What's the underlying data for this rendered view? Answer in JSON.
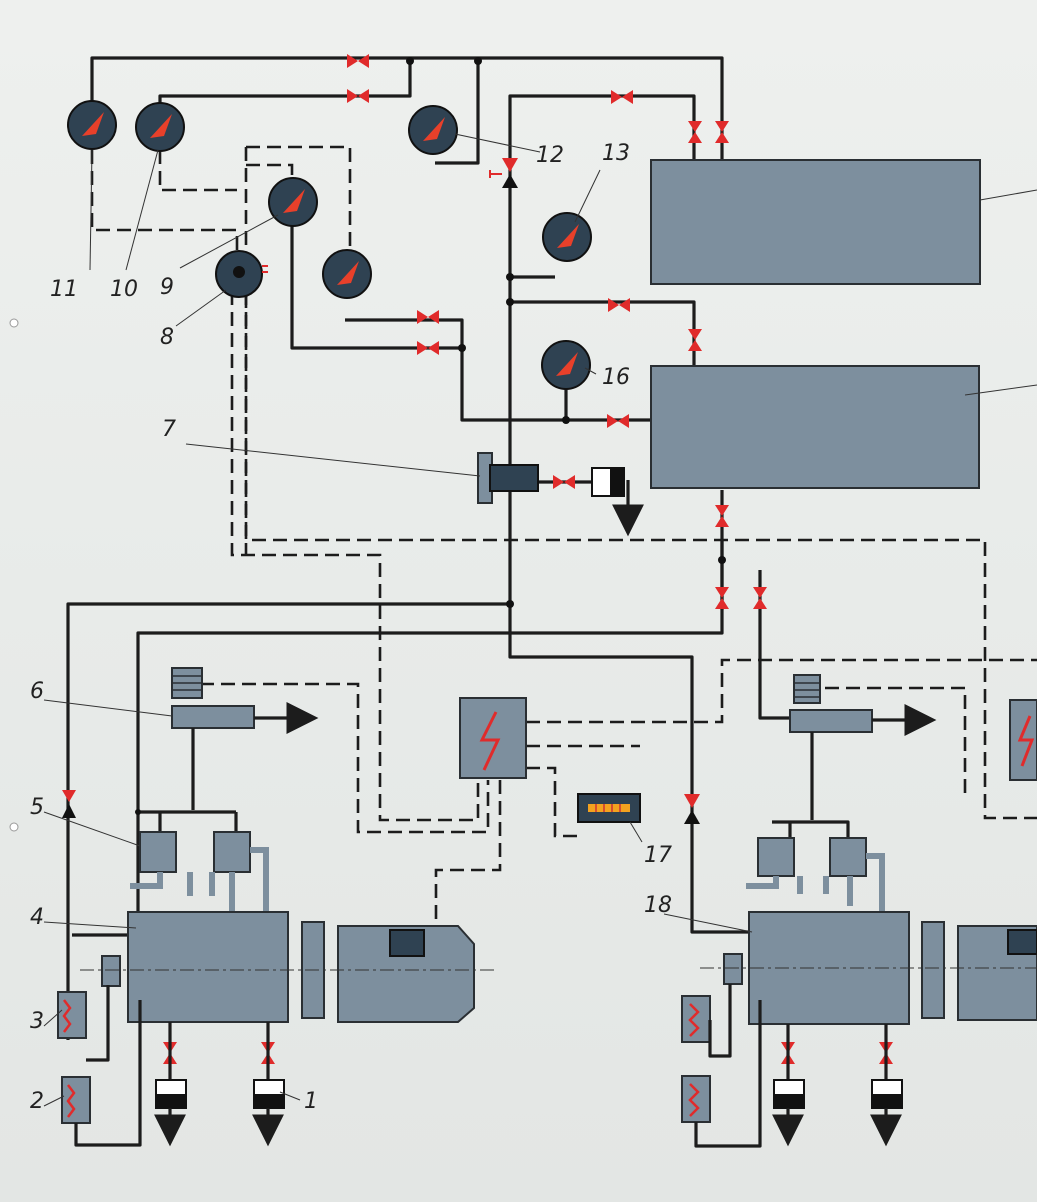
{
  "diagram": {
    "labels": {
      "n1": "1",
      "n2": "2",
      "n3": "3",
      "n4": "4",
      "n5": "5",
      "n6": "6",
      "n7": "7",
      "n8": "8",
      "n9": "9",
      "n10": "10",
      "n11": "11",
      "n12": "12",
      "n13": "13",
      "n16": "16",
      "n17": "17",
      "n18": "18"
    },
    "colors": {
      "background": "#e9ecea",
      "equipment": "#7d8f9e",
      "gauge": "#2f4252",
      "valve": "#e02b2b",
      "pipe": "#1c1c1c"
    },
    "icons": [
      "pressure-gauge",
      "gate-valve",
      "check-valve",
      "heater-coil",
      "control-cabinet",
      "drain-trap",
      "arrow-outlet",
      "indicator-panel"
    ]
  }
}
